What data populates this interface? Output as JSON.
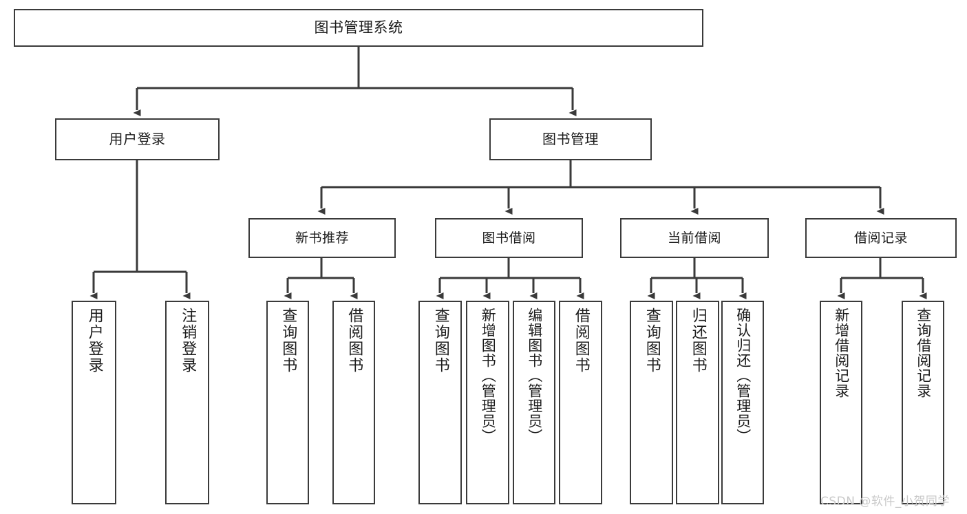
{
  "diagram": {
    "title": "图书管理系统",
    "type": "tree-hierarchy-diagram",
    "colors": {
      "box_border": "#3a3a3a",
      "box_fill": "#ffffff",
      "connector": "#3a3a3a",
      "text": "#1c1c1c",
      "watermark": "#c9c9c9",
      "background": "#ffffff"
    },
    "watermark": "CSDN @软件_小贺同学",
    "nodes": {
      "root": {
        "label": "图书管理系统"
      },
      "level1": [
        {
          "id": "user-login",
          "label": "用户登录"
        },
        {
          "id": "book-management",
          "label": "图书管理"
        }
      ],
      "level2": [
        {
          "id": "new-book-recommend",
          "label": "新书推荐"
        },
        {
          "id": "book-borrow",
          "label": "图书借阅"
        },
        {
          "id": "current-borrow",
          "label": "当前借阅"
        },
        {
          "id": "borrow-record",
          "label": "借阅记录"
        }
      ],
      "leaves": {
        "user_login": [
          {
            "id": "leaf-user-login",
            "label": "用户登录"
          },
          {
            "id": "leaf-logout-login",
            "label": "注销登录"
          }
        ],
        "new_book_recommend": [
          {
            "id": "leaf-query-book-1",
            "label": "查询图书"
          },
          {
            "id": "leaf-borrow-book-1",
            "label": "借阅图书"
          }
        ],
        "book_borrow": [
          {
            "id": "leaf-query-book-2",
            "label": "查询图书"
          },
          {
            "id": "leaf-add-book",
            "label": "新增图书（管理员）"
          },
          {
            "id": "leaf-edit-book",
            "label": "编辑图书（管理员）"
          },
          {
            "id": "leaf-borrow-book-2",
            "label": "借阅图书"
          }
        ],
        "current_borrow": [
          {
            "id": "leaf-query-book-3",
            "label": "查询图书"
          },
          {
            "id": "leaf-return-book",
            "label": "归还图书"
          },
          {
            "id": "leaf-confirm-return",
            "label": "确认归还（管理员）"
          }
        ],
        "borrow_record": [
          {
            "id": "leaf-add-borrow-record",
            "label": "新增借阅记录"
          },
          {
            "id": "leaf-query-borrow-record",
            "label": "查询借阅记录"
          }
        ]
      }
    }
  }
}
